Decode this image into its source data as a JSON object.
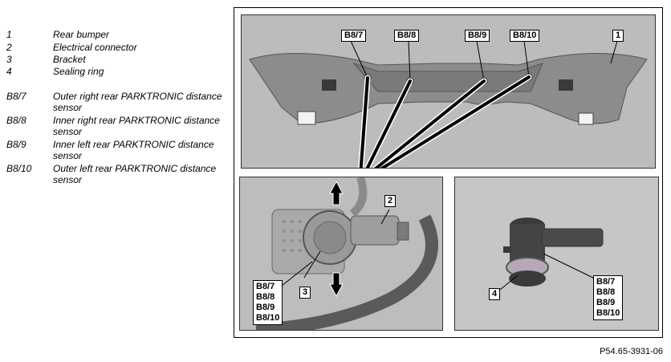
{
  "legend": [
    {
      "key": "1",
      "text": "Rear bumper"
    },
    {
      "key": "2",
      "text": "Electrical connector"
    },
    {
      "key": "3",
      "text": "Bracket"
    },
    {
      "key": "4",
      "text": "Sealing ring"
    },
    {
      "key": "B8/7",
      "text": "Outer right rear PARKTRONIC distance sensor"
    },
    {
      "key": "B8/8",
      "text": "Inner right rear PARKTRONIC distance sensor"
    },
    {
      "key": "B8/9",
      "text": "Inner left rear PARKTRONIC distance sensor"
    },
    {
      "key": "B8/10",
      "text": "Outer left rear PARKTRONIC distance sensor"
    }
  ],
  "callouts": {
    "top": [
      "B8/7",
      "B8/8",
      "B8/9",
      "B8/10",
      "1"
    ],
    "bottom_left_numbers": [
      "2",
      "3"
    ],
    "bottom_left_sensors": [
      "B8/7",
      "B8/8",
      "B8/9",
      "B8/10"
    ],
    "bottom_right_number": "4",
    "bottom_right_sensors": [
      "B8/7",
      "B8/8",
      "B8/9",
      "B8/10"
    ]
  },
  "doc_id": "P54.65-3931-06"
}
